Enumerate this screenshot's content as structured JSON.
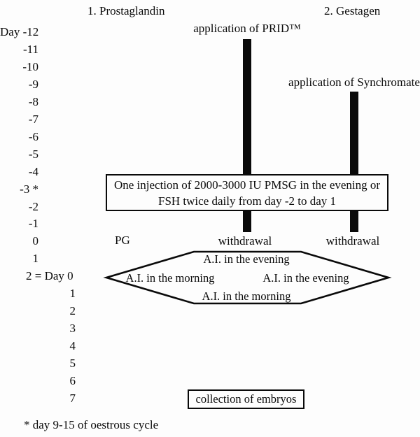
{
  "figure": {
    "column1_heading": "1. Prostaglandin",
    "column2_heading": "2. Gestagen",
    "day_scale": {
      "main_days": [
        "Day -12",
        "-11",
        "-10",
        "-9",
        "-8",
        "-7",
        "-6",
        "-5",
        "-4",
        "-3 *",
        "-2",
        "-1",
        "0",
        "1",
        "2 = Day 0"
      ],
      "embryo_days": [
        "1",
        "2",
        "3",
        "4",
        "5",
        "6",
        "7"
      ]
    },
    "treatments": {
      "prid_label": "application of PRID™",
      "synchromate_label": "application of Synchromate",
      "pg_label": "PG",
      "withdrawal_left": "withdrawal",
      "withdrawal_right": "withdrawal"
    },
    "pmsg_box": {
      "line1": "One injection of 2000-3000 IU PMSG in the evening or",
      "line2": "FSH twice daily from day -2 to day 1"
    },
    "ai_hexagon": {
      "row1": "A.I. in the evening",
      "row2_left": "A.I. in the morning",
      "row2_right": "A.I. in the evening",
      "row3": "A.I. in the morning"
    },
    "collection_box_label": "collection of embryos",
    "footnote": "* day 9-15 of oestrous cycle",
    "colors": {
      "ink": "#0a0a0a",
      "paper": "#fdfdfd"
    }
  }
}
